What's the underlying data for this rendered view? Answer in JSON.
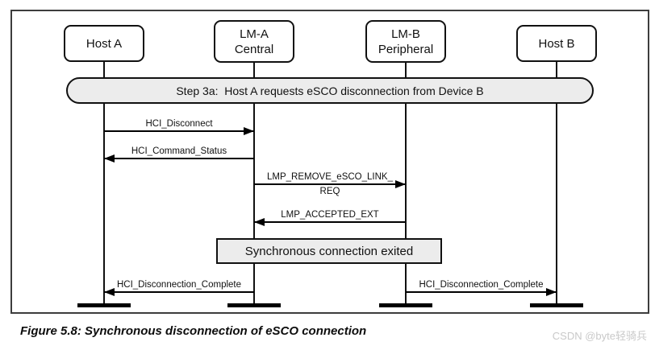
{
  "diagram": {
    "actors": [
      {
        "line1": "Host A"
      },
      {
        "line1": "LM-A",
        "line2": "Central"
      },
      {
        "line1": "LM-B",
        "line2": "Peripheral"
      },
      {
        "line1": "Host B"
      }
    ],
    "step_banner": "Step 3a:  Host A requests eSCO disconnection from Device B",
    "messages": [
      {
        "label": "HCI_Disconnect",
        "from": "Host A",
        "to": "LM-A Central",
        "direction": "right"
      },
      {
        "label": "HCI_Command_Status",
        "from": "LM-A Central",
        "to": "Host A",
        "direction": "left"
      },
      {
        "label": "LMP_REMOVE_eSCO_LINK_",
        "label_line2": "REQ",
        "from": "LM-A Central",
        "to": "LM-B Peripheral",
        "direction": "right"
      },
      {
        "label": "LMP_ACCEPTED_EXT",
        "from": "LM-B Peripheral",
        "to": "LM-A Central",
        "direction": "left"
      },
      {
        "label": "HCI_Disconnection_Complete",
        "from": "LM-A Central",
        "to": "Host A",
        "direction": "left"
      },
      {
        "label": "HCI_Disconnection_Complete",
        "from": "LM-B Peripheral",
        "to": "Host B",
        "direction": "right"
      }
    ],
    "note": "Synchronous connection exited"
  },
  "caption": "Figure 5.8: Synchronous disconnection of eSCO connection",
  "watermark": "CSDN @byte轻骑兵",
  "colors": {
    "fill_gray": "#ececec",
    "line_black": "#000000",
    "frame_gray": "#3d3d3d",
    "watermark_gray": "#c9c9c9"
  }
}
